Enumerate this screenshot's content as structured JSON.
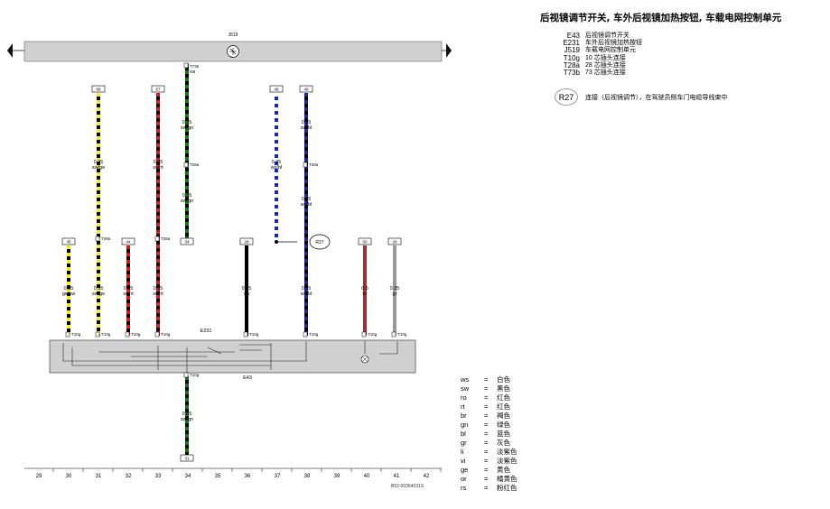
{
  "title": "后视镜调节开关, 车外后视镜加热按钮, 车载电网控制单元",
  "components": [
    {
      "code": "E43",
      "desc": "后视镜调节开关"
    },
    {
      "code": "E231",
      "desc": "车外后视镜加热按钮"
    },
    {
      "code": "J519",
      "desc": "车载电网控制单元"
    },
    {
      "code": "T10g",
      "desc": "10 芯插头连接"
    },
    {
      "code": "T28a",
      "desc": "28 芯插头连接"
    },
    {
      "code": "T73b",
      "desc": "73 芯插头连接"
    }
  ],
  "note": {
    "code": "R27",
    "desc": "连接（后视镜调节），在驾驶员侧车门电缆导线束中"
  },
  "color_codes": [
    {
      "abbr": "ws",
      "name": "白色"
    },
    {
      "abbr": "sw",
      "name": "黑色"
    },
    {
      "abbr": "ro",
      "name": "红色"
    },
    {
      "abbr": "rt",
      "name": "红色"
    },
    {
      "abbr": "br",
      "name": "褐色"
    },
    {
      "abbr": "gn",
      "name": "绿色"
    },
    {
      "abbr": "bl",
      "name": "蓝色"
    },
    {
      "abbr": "gr",
      "name": "灰色"
    },
    {
      "abbr": "li",
      "name": "淡紫色"
    },
    {
      "abbr": "vi",
      "name": "淡紫色"
    },
    {
      "abbr": "ge",
      "name": "黄色"
    },
    {
      "abbr": "or",
      "name": "橘黄色"
    },
    {
      "abbr": "rs",
      "name": "粉红色"
    }
  ],
  "colors": {
    "black": "#000000",
    "yellow": "#ffee00",
    "red": "#ee1111",
    "green": "#117711",
    "blue": "#1122dd",
    "brown": "#993333",
    "grey": "#999999",
    "bar": "#d0d0d0"
  },
  "diagram": {
    "unit_label": "J519",
    "top_connector": "T73b",
    "top_pin": "/58",
    "switch_label": "E231",
    "switch_label2": "E43",
    "splice_label": "R27",
    "footer_id": "B52-00364031S",
    "columns": [
      "29",
      "30",
      "31",
      "32",
      "33",
      "34",
      "35",
      "36",
      "37",
      "38",
      "39",
      "40",
      "41",
      "42"
    ],
    "top_boxes": [
      "68",
      "67",
      "48",
      "49"
    ],
    "mid_boxes": [
      "45",
      "44",
      "34",
      "29",
      "50",
      "28"
    ],
    "bottom_box": "31",
    "wire_labels": [
      {
        "size": "0.35",
        "color": "sw/gn"
      },
      {
        "size": "0.35",
        "color": "sw/gn"
      },
      {
        "size": "0.35",
        "color": "sw/ge"
      },
      {
        "size": "0.35",
        "color": "sw/rt"
      },
      {
        "size": "0.35",
        "color": "ws/bl"
      },
      {
        "size": "0.35",
        "color": "sw/bl"
      },
      {
        "size": "0.35",
        "color": "ws/bl"
      },
      {
        "size": "0.35",
        "color": "ge/sw"
      },
      {
        "size": "0.35",
        "color": "sw/ge"
      },
      {
        "size": "0.35",
        "color": "sw/rt"
      },
      {
        "size": "0.35",
        "color": "sw/rt"
      },
      {
        "size": "0.35",
        "color": "sw"
      },
      {
        "size": "0.35",
        "color": "ws/bl"
      },
      {
        "size": "0.5",
        "color": "br"
      },
      {
        "size": "0.35",
        "color": "gr"
      },
      {
        "size": "0.35",
        "color": "sw/gn"
      }
    ],
    "t28a_pins": [
      "T28a",
      "T28a",
      "T28a",
      "T28a"
    ],
    "t10g_pins": [
      "T10g",
      "T10g",
      "T10g",
      "T10g",
      "T10g",
      "T10g",
      "T10g",
      "T10g",
      "T10g"
    ]
  }
}
